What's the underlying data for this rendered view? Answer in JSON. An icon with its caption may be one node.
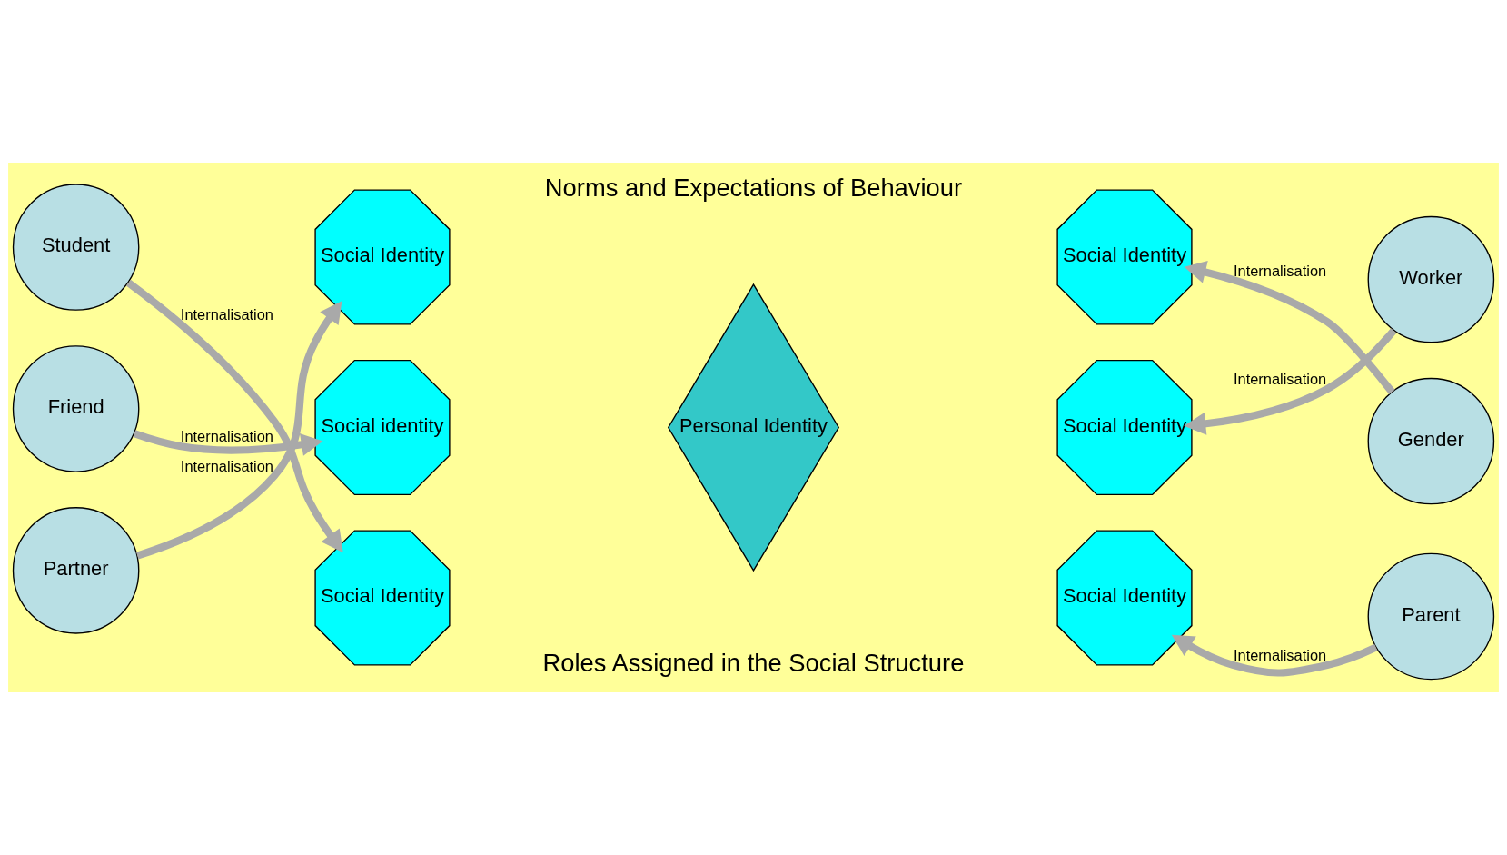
{
  "diagram": {
    "nodes": [
      {
        "text": [
          "Student"
        ]
      },
      {
        "text": [
          "Gender"
        ]
      },
      {
        "text": [
          "Social Identity"
        ]
      },
      {
        "text": [
          "Social Identity"
        ]
      },
      {
        "text": [
          "Friend"
        ]
      },
      {
        "text": [
          "Social identity"
        ]
      },
      {
        "text": [
          "Personal Identity"
        ]
      },
      {
        "text": [
          "Social Identity"
        ]
      },
      {
        "text": [
          "Worker"
        ]
      },
      {
        "text": [
          "Partner"
        ]
      },
      {
        "text": [
          "Social Identity"
        ]
      },
      {
        "text": [
          "Social Identity"
        ]
      },
      {
        "text": [
          "Parent"
        ]
      }
    ],
    "edges": [
      {
        "from": 0,
        "to": 2,
        "arrow": "to",
        "label": "Internalisation"
      },
      {
        "from": 1,
        "to": 3,
        "arrow": "to",
        "label": "Internalisation"
      },
      {
        "from": 4,
        "to": 5,
        "arrow": "to",
        "label": "Internalisation"
      },
      {
        "from": 8,
        "to": 7,
        "arrow": "to",
        "label": "Internalisation"
      },
      {
        "from": 9,
        "to": 10,
        "arrow": "to",
        "label": "Internalisation"
      },
      {
        "from": 12,
        "to": 11,
        "arrow": "to",
        "label": "Internalisation"
      }
    ],
    "labels": [
      "Norms and Expectations of Behaviour",
      "Roles Assigned in the Social Structure"
    ]
  }
}
